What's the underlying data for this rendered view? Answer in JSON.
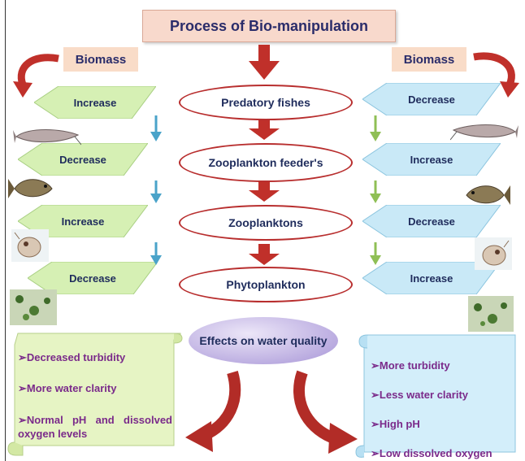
{
  "title": "Process of Bio-manipulation",
  "left_header": "Biomass",
  "right_header": "Biomass",
  "center_nodes": [
    "Predatory fishes",
    "Zooplankton feeder's",
    "Zooplanktons",
    "Phytoplankton"
  ],
  "left_diamonds": [
    "Increase",
    "Decrease",
    "Increase",
    "Decrease"
  ],
  "right_diamonds": [
    "Decrease",
    "Increase",
    "Decrease",
    "Increase"
  ],
  "effects_label": "Effects on water quality",
  "left_effects": [
    "➢Decreased turbidity",
    "➢More water clarity",
    "➢Normal pH and dissolved oxygen levels"
  ],
  "right_effects": [
    "➢More turbidity",
    "➢Less water clarity",
    "➢High pH",
    "➢Low dissolved oxygen"
  ],
  "colors": {
    "green_diamond": "#d6f0b4",
    "blue_diamond": "#c9e9f7",
    "ellipse_border": "#b82e2e",
    "arrow_red": "#c0302a"
  }
}
